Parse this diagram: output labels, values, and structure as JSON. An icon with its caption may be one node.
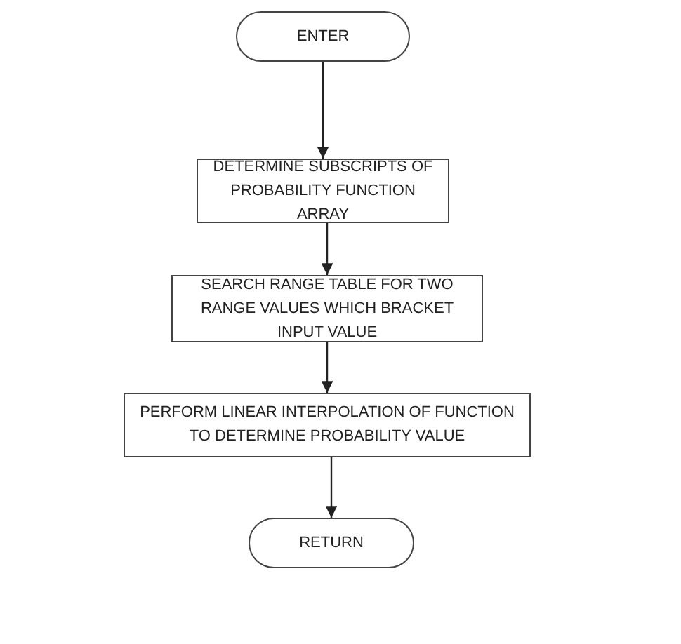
{
  "diagram": {
    "nodes": [
      {
        "text": [
          "ENTER"
        ]
      },
      {
        "text": [
          "DETERMINE SUBSCRIPTS OF PROBABILITY FUNCTION ARRAY"
        ]
      },
      {
        "text": [
          "SEARCH RANGE TABLE FOR TWO RANGE VALUES WHICH BRACKET INPUT VALUE"
        ]
      },
      {
        "text": [
          "PERFORM LINEAR INTERPOLATION OF FUNCTION TO DETERMINE PROBABILITY VALUE"
        ]
      },
      {
        "text": [
          "RETURN"
        ]
      }
    ],
    "edges": [
      {
        "from": 0,
        "to": 1,
        "arrow": "to"
      },
      {
        "from": 1,
        "to": 2,
        "arrow": "to"
      },
      {
        "from": 2,
        "to": 3,
        "arrow": "to"
      },
      {
        "from": 3,
        "to": 4,
        "arrow": "to"
      }
    ]
  }
}
